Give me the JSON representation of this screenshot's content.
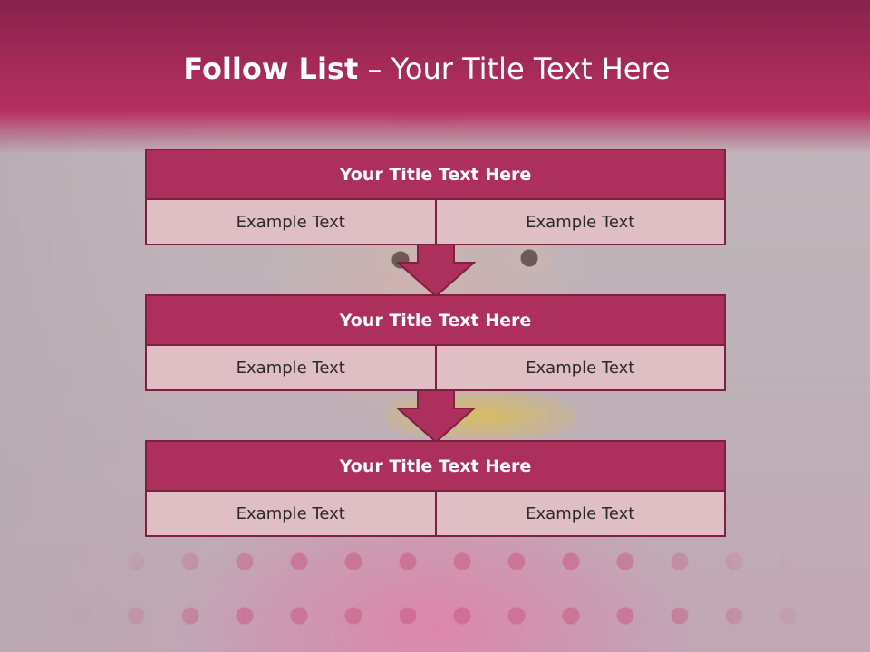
{
  "header": {
    "title_bold": "Follow List",
    "title_rest": " – Your Title Text Here"
  },
  "steps": [
    {
      "title": "Your Title Text Here",
      "left": "Example Text",
      "right": "Example Text"
    },
    {
      "title": "Your Title Text Here",
      "left": "Example Text",
      "right": "Example Text"
    },
    {
      "title": "Your Title Text Here",
      "left": "Example Text",
      "right": "Example Text"
    }
  ],
  "colors": {
    "accent": "#ad2f5c",
    "border": "#7e1f45",
    "cell": "#dfbfc4"
  }
}
